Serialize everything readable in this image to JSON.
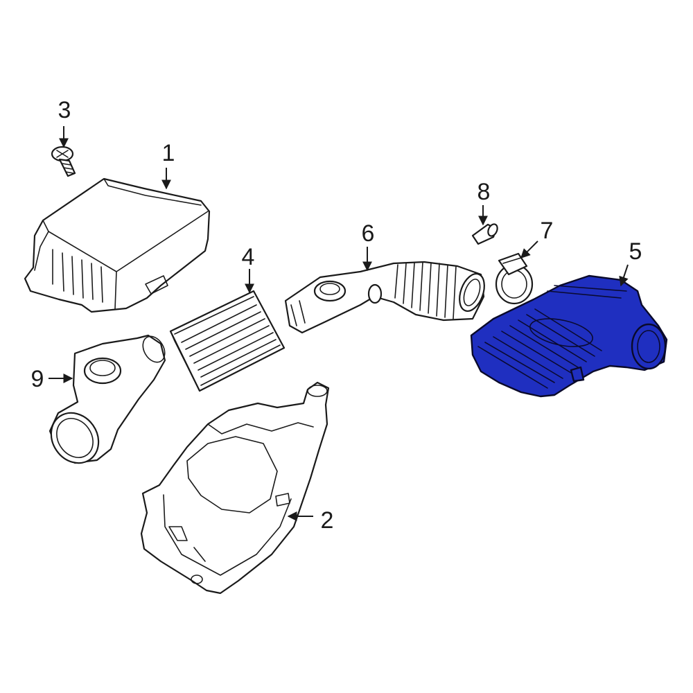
{
  "diagram": {
    "highlight_color": "#1f2fc0",
    "callouts": [
      {
        "id": "1",
        "label": "1"
      },
      {
        "id": "2",
        "label": "2"
      },
      {
        "id": "3",
        "label": "3"
      },
      {
        "id": "4",
        "label": "4"
      },
      {
        "id": "5",
        "label": "5"
      },
      {
        "id": "6",
        "label": "6"
      },
      {
        "id": "7",
        "label": "7"
      },
      {
        "id": "8",
        "label": "8"
      },
      {
        "id": "9",
        "label": "9"
      }
    ],
    "highlighted_part": "5"
  }
}
